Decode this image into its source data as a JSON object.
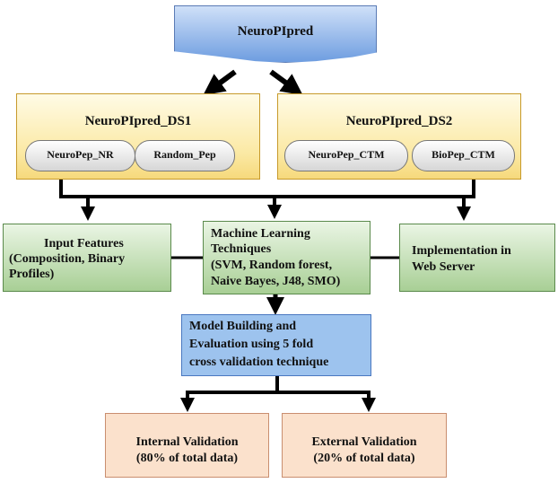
{
  "diagram": {
    "title": "NeuroPIpred",
    "datasets": [
      {
        "title": "NeuroPIpred_DS1",
        "items": [
          "NeuroPep_NR",
          "Random_Pep"
        ]
      },
      {
        "title": "NeuroPIpred_DS2",
        "items": [
          "NeuroPep_CTM",
          "BioPep_CTM"
        ]
      }
    ],
    "input_features": {
      "lines": [
        "Input Features",
        "(Composition, Binary",
        "Profiles)"
      ]
    },
    "ml_techniques": {
      "lines": [
        "Machine Learning",
        "Techniques",
        "(SVM, Random forest,",
        "Naive Bayes, J48, SMO)"
      ]
    },
    "implementation": {
      "lines": [
        "Implementation in",
        "Web Server"
      ]
    },
    "model_building": {
      "lines": [
        "Model Building and",
        "Evaluation using 5 fold",
        "cross validation technique"
      ]
    },
    "internal_validation": {
      "lines": [
        "Internal Validation",
        "(80% of total data)"
      ]
    },
    "external_validation": {
      "lines": [
        "External Validation",
        "(20% of total data)"
      ]
    },
    "colors": {
      "title_fill": "#6e9de0",
      "dataset_fill": "#fbe9a4",
      "process_fill": "#a8cf95",
      "model_fill": "#9dc3ee",
      "validation_fill": "#fbe1cc",
      "connector": "#000000"
    }
  }
}
